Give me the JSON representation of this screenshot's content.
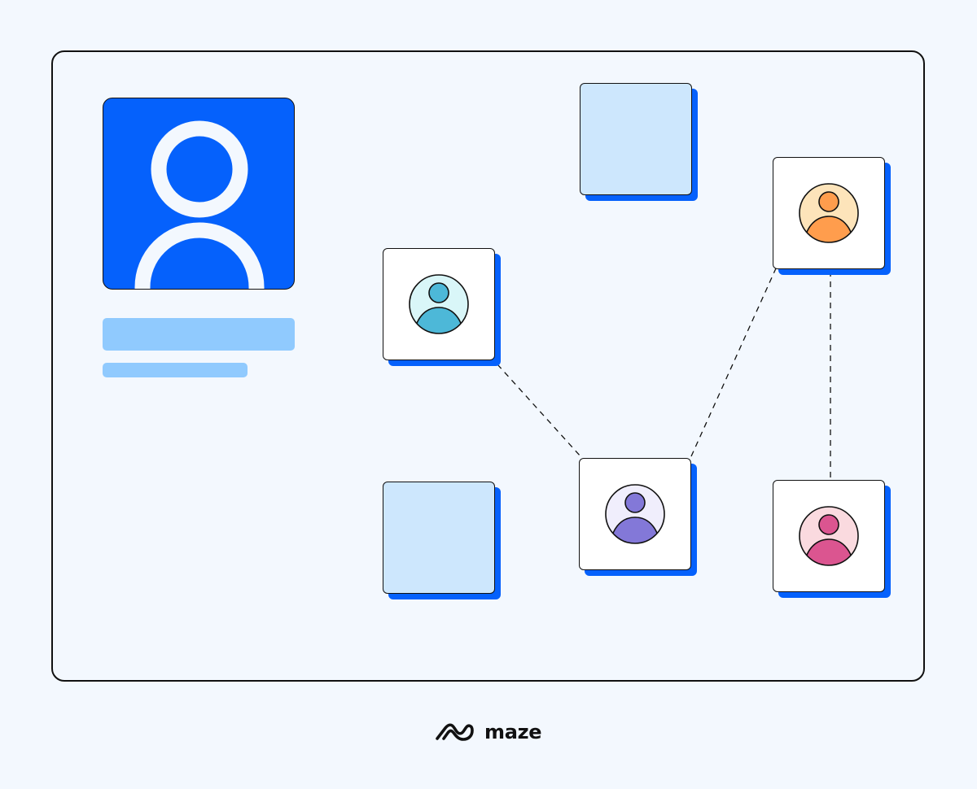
{
  "brand": {
    "name": "maze",
    "logo_icon": "maze-logo-icon"
  },
  "colors": {
    "background": "#f3f8fe",
    "primary_blue": "#0561fc",
    "light_blue": "#cde7fd",
    "bar_blue": "#90cafe",
    "outline": "#111111"
  },
  "profile": {
    "icon": "user-avatar-icon"
  },
  "persona_cards": [
    {
      "name": "teal",
      "accent": "#4db8d8",
      "tint": "#d9f6f8"
    },
    {
      "name": "orange",
      "accent": "#ff9d4d",
      "tint": "#fde4ba"
    },
    {
      "name": "purple",
      "accent": "#8378d8",
      "tint": "#f0eefc"
    },
    {
      "name": "pink",
      "accent": "#db5590",
      "tint": "#fadadf"
    }
  ],
  "connections": [
    [
      "teal",
      "purple"
    ],
    [
      "purple",
      "orange"
    ],
    [
      "orange",
      "pink"
    ]
  ]
}
